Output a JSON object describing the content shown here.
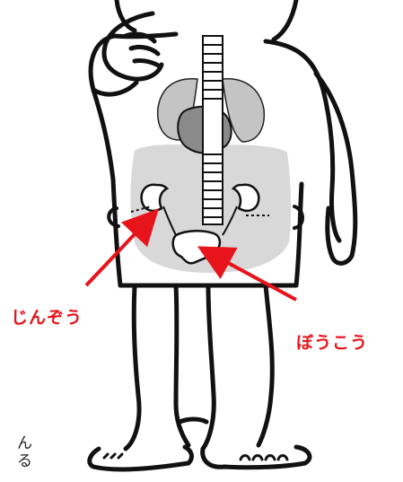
{
  "labels": {
    "kidney": "じんぞう",
    "bladder": "ぼうこう"
  },
  "caption": {
    "line1": "ん",
    "line2": "る"
  },
  "colors": {
    "label_red": "#e8141b",
    "organ_gray": "#b5b5b5",
    "abdomen_gray": "#d8d8d8",
    "line": "#111111"
  }
}
